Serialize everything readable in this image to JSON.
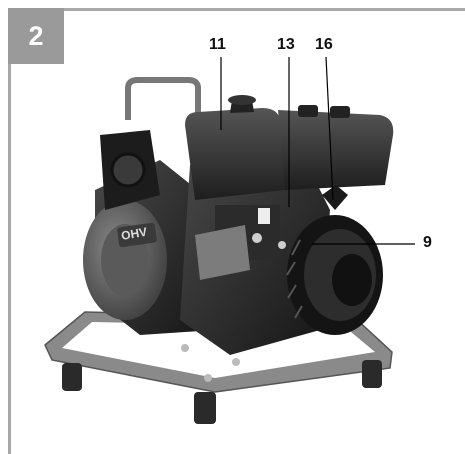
{
  "figure": {
    "number": "2",
    "callouts": {
      "c11": "11",
      "c13": "13",
      "c16": "16",
      "c9": "9"
    },
    "engine_badge": "OHV"
  },
  "colors": {
    "frame_gray": "#a8a8a8",
    "badge_gray": "#9a9a9a",
    "engine_dark": "#262626",
    "base_frame": "#7d7d7d"
  }
}
